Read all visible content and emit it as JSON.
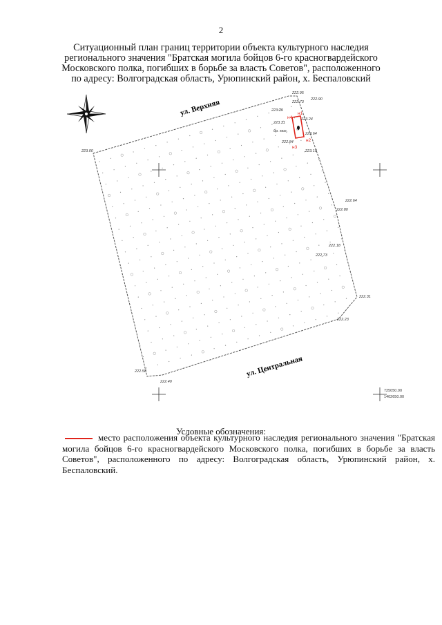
{
  "page_number": "2",
  "title_lines": [
    "Ситуационный план границ территории объекта культурного наследия",
    "регионального значения \"Братская могила бойцов 6-го красногвардейского",
    "Московского полка, погибших в борьбе за власть Советов\", расположенного",
    "по адресу: Волгоградская область, Урюпинский район, х. Беспаловский"
  ],
  "map": {
    "streets": {
      "upper": "ул. Верхняя",
      "central": "ул. Центральная"
    },
    "point_labels": {
      "n1": "н1",
      "n2": "н2",
      "n3": "н3",
      "n4": "н4"
    },
    "object_label": "бр. мог.",
    "elevations": {
      "e1": "222.95",
      "e2": "222.90",
      "e3": "223.29",
      "e4": "222.73",
      "e5": "223.24",
      "e6": "223.31",
      "e7": "223.64",
      "e8": "222.84",
      "e9": "223.19",
      "e10": "223.00",
      "e11": "222.64",
      "e12": "222.80",
      "e13": "222.18",
      "e14": "222.73",
      "e15": "222.31",
      "e16": "222.23",
      "e17": "222.58",
      "e18": "222.40"
    },
    "coordinates": {
      "x": "725050.00",
      "y": "1402650.00"
    },
    "colors": {
      "boundary": "#e0241b",
      "lines": "#555555"
    },
    "icons": [
      "compass-rose-icon",
      "grave-marker-icon"
    ]
  },
  "legend": {
    "heading": "Условные обозначения:",
    "text": "место расположения объекта культурного наследия регионального значения \"Братская могила бойцов 6-го красногвардейского Московского полка, погибших в борьбе за власть Советов\", расположенного по адресу: Волгоградская область, Урюпинский район, х. Беспаловский.",
    "swatch_color": "#e0241b"
  }
}
